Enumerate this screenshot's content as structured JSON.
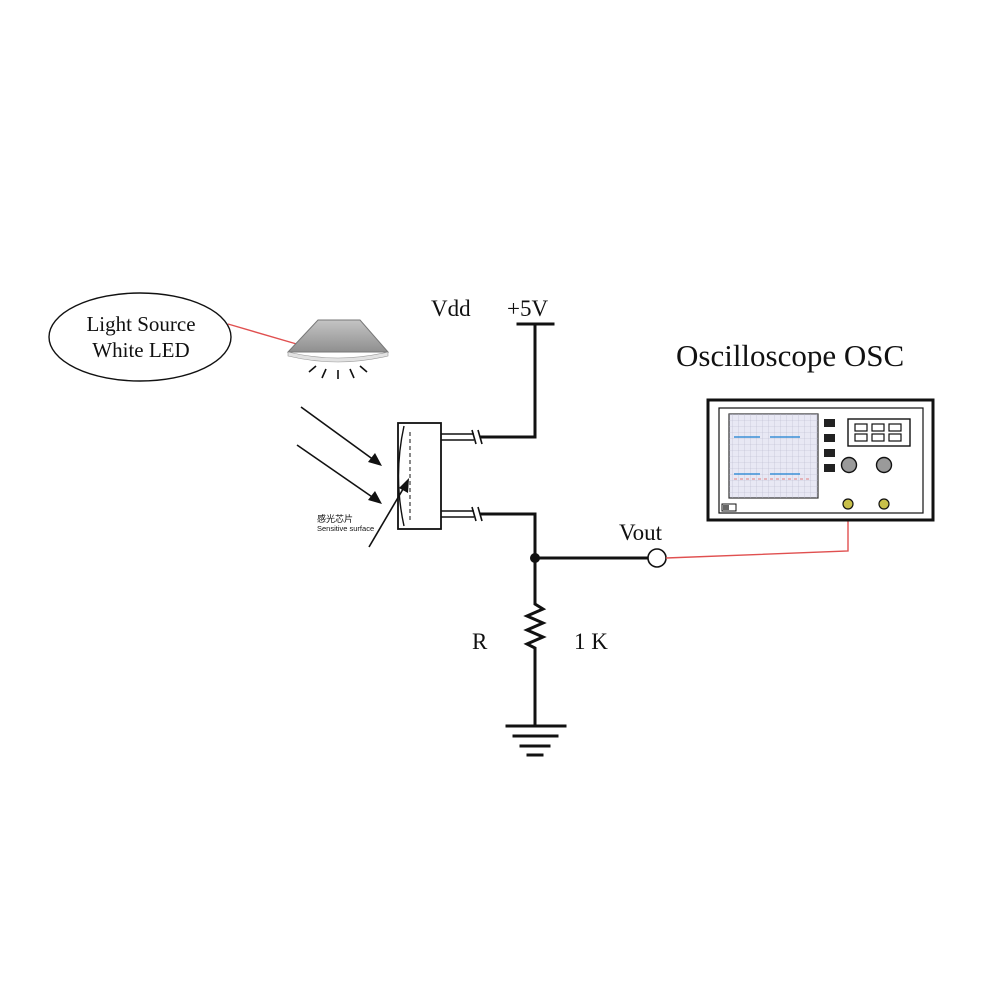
{
  "labels": {
    "light_source_line1": "Light Source",
    "light_source_line2": "White LED",
    "vdd": "Vdd",
    "supply": "+5V",
    "oscilloscope": "Oscilloscope OSC",
    "vout": "Vout",
    "resistor_name": "R",
    "resistor_value": "1 K",
    "chip_cn": "感光芯片",
    "chip_en": "Sensitive surface"
  },
  "colors": {
    "wire": "#111111",
    "probe_lead": "#e05050",
    "scope_trace": "#3b8fd6",
    "scope_trace_alt": "#e08080",
    "scope_screen": "#e8e8f4",
    "led_body": "#a9a9a9"
  },
  "icons": {
    "ground": "ground-symbol-icon",
    "resistor": "resistor-zigzag-icon",
    "sensor": "photo-sensor-icon",
    "led": "white-led-icon",
    "oscilloscope": "oscilloscope-icon"
  }
}
